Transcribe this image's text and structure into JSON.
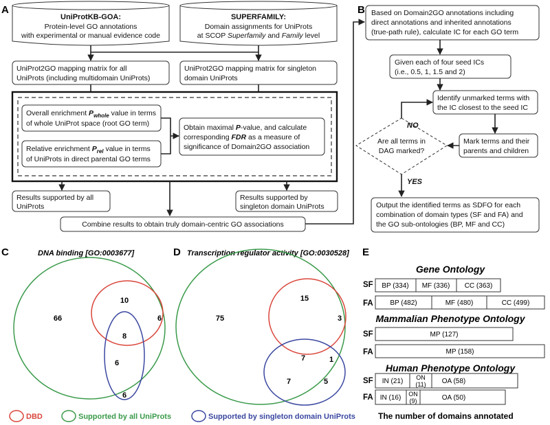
{
  "panels": {
    "a": "A",
    "b": "B",
    "c": "C",
    "d": "D",
    "e": "E"
  },
  "panel_a": {
    "db1": {
      "title": "UniProtKB-GOA:",
      "line1": "Protein-level GO annotations",
      "line2": "with experimental or manual evidence code"
    },
    "db2": {
      "title": "SUPERFAMILY:",
      "line1": "Domain assignments for UniProts",
      "line2a": "at SCOP ",
      "line2b": "Superfamily",
      "line2c": " and ",
      "line2d": "Family",
      "line2e": " level"
    },
    "map1": {
      "line1": "UniProt2GO mapping matrix for all",
      "line2": "UniProts (including multidomain UniProts)"
    },
    "map2": {
      "line1": "UniProt2GO mapping matrix for singleton",
      "line2": "domain UniProts"
    },
    "overall": {
      "line1a": "Overall enrichment ",
      "p": "P",
      "sub": "whole",
      "line1b": " value in terms",
      "line2": "of whole UniProt space (root GO term)"
    },
    "relative": {
      "line1a": "Relative enrichment ",
      "p": "P",
      "sub": "rel",
      "line1b": " value in terms",
      "line2": "of UniProts in direct parental GO terms"
    },
    "maximal": {
      "line1a": "Obtain maximal ",
      "p": "P",
      "line1b": "-value, and calculate",
      "line2a": "corresponding ",
      "fdr": "FDR",
      "line2b": " as a measure of",
      "line3": "significance of Domain2GO association"
    },
    "res1": {
      "line1": "Results supported by all",
      "line2": "UniProts"
    },
    "res2": {
      "line1": "Results supported by",
      "line2": "singleton domain UniProts"
    },
    "combine": "Combine results to obtain truly domain-centric GO associations"
  },
  "panel_b": {
    "step1": {
      "line1": "Based on Domain2GO annotations including",
      "line2": "direct annotations and inherited annotations",
      "line3": "(true-path rule), calculate IC for each GO term"
    },
    "step2": {
      "line1": "Given each of four seed ICs",
      "line2": "(i.e., 0.5, 1, 1.5 and 2)"
    },
    "step3": {
      "line1": "Identify unmarked terms with",
      "line2": "the IC closest to the seed IC"
    },
    "step4": {
      "line1": "Mark terms and their",
      "line2": "parents and children"
    },
    "decision": {
      "line1": "Are all terms in",
      "line2": "DAG marked?"
    },
    "no": "NO",
    "yes": "YES",
    "output": {
      "line1": "Output the identified terms as SDFO for each",
      "line2": "combination of domain types (SF and FA) and",
      "line3": "the GO sub-ontologies (BP, MF and CC)"
    }
  },
  "panel_c": {
    "title": "DNA binding [GO:0003677]",
    "regions": {
      "green_only": "66",
      "red_only": "10",
      "red_green": "6",
      "all_three": "8",
      "blue_green": "6",
      "blue_only": "6"
    }
  },
  "panel_d": {
    "title": "Transcription regulator activity [GO:0030528]",
    "regions": {
      "green_only": "75",
      "red_green": "15",
      "red_only": "3",
      "all_three": "7",
      "red_blue": "1",
      "blue_green": "7",
      "blue_only": "5"
    }
  },
  "legend": {
    "dbd": "DBD",
    "all": "Supported by all UniProts",
    "singleton": "Supported by singleton domain UniProts"
  },
  "colors": {
    "red": "#d9453a",
    "green": "#3a9a4a",
    "blue": "#3a47a0"
  },
  "panel_e": {
    "go_title": "Gene Ontology",
    "mp_title": "Mammalian Phenotype Ontology",
    "hp_title": "Human Phenotype Ontology",
    "sf": "SF",
    "fa": "FA",
    "go_sf": {
      "bp": "BP (334)",
      "mf": "MF (336)",
      "cc": "CC (363)"
    },
    "go_fa": {
      "bp": "BP (482)",
      "mf": "MF (480)",
      "cc": "CC (499)"
    },
    "mp_sf": "MP (127)",
    "mp_fa": "MP (158)",
    "hp_sf": {
      "in": "IN (21)",
      "on1": "ON",
      "on2": "(11)",
      "oa": "OA (58)"
    },
    "hp_fa": {
      "in": "IN (16)",
      "on1": "ON",
      "on2": "(9)",
      "oa": "OA (50)"
    },
    "caption": "The number of domains annotated"
  }
}
